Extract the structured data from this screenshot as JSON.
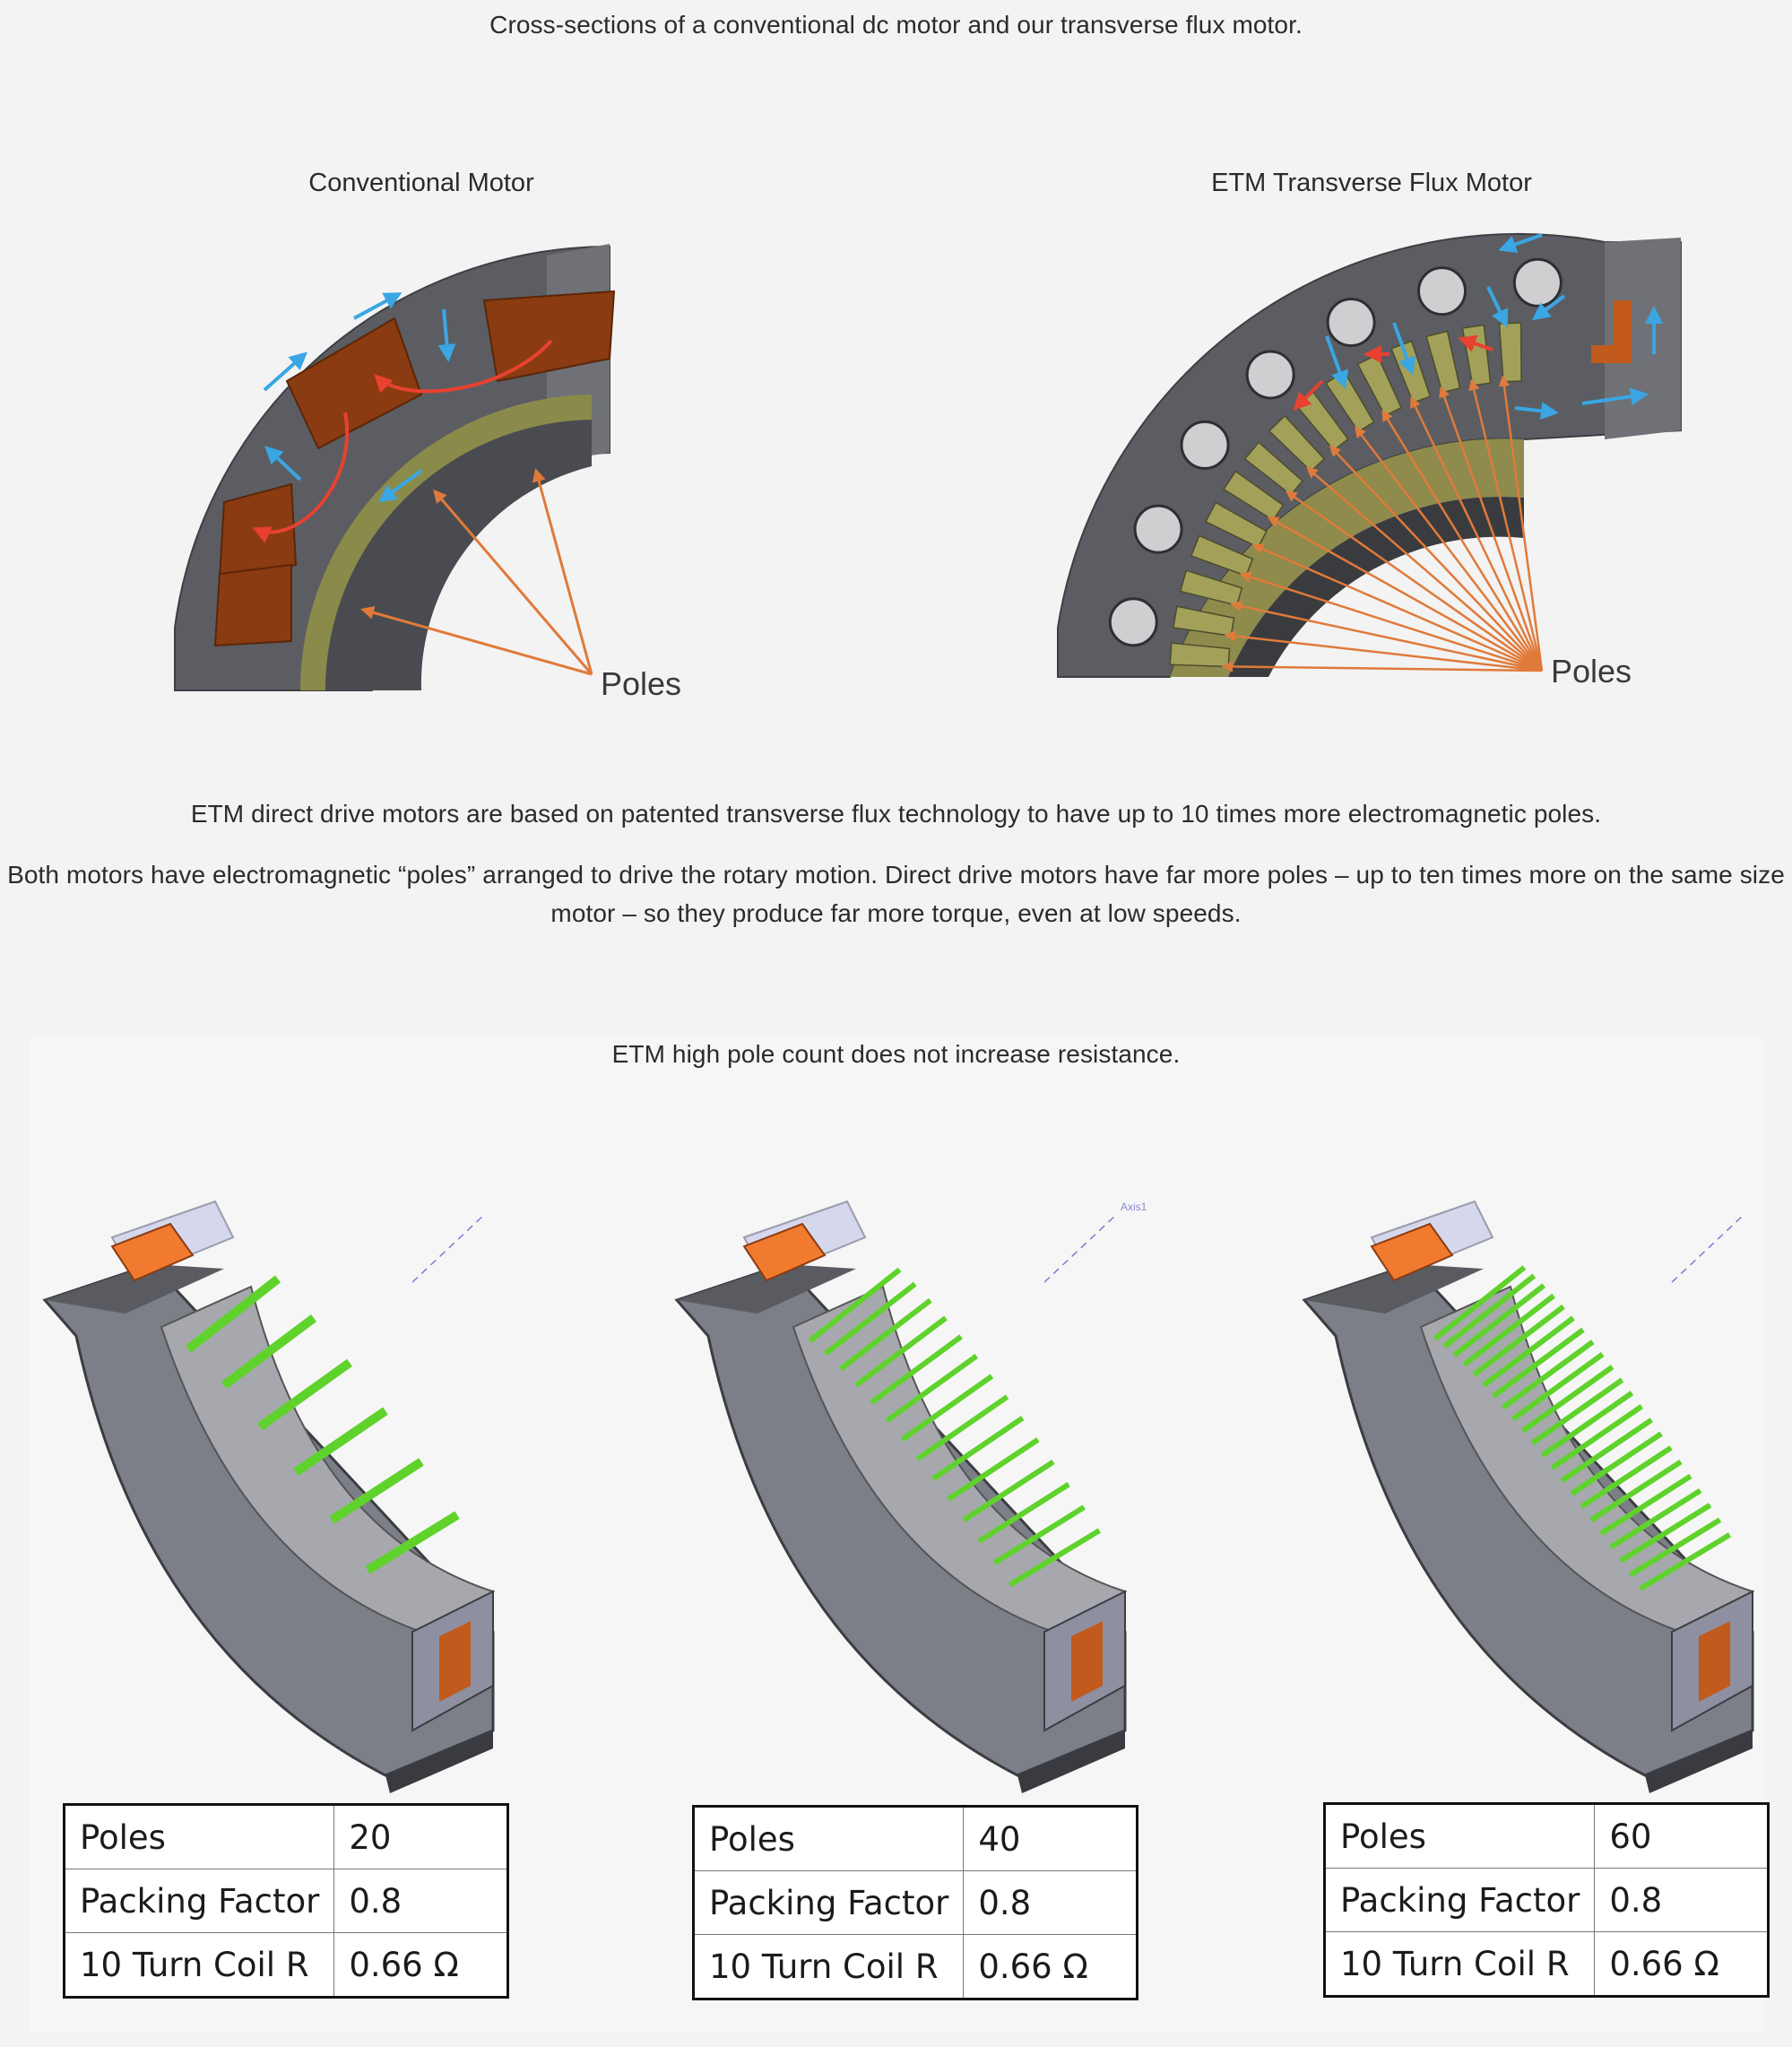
{
  "top_caption": "Cross-sections of a conventional dc motor and our transverse flux motor.",
  "figures": {
    "conventional": {
      "title": "Conventional Motor",
      "poles_label": "Poles"
    },
    "etm": {
      "title": "ETM Transverse Flux Motor",
      "poles_label": "Poles"
    }
  },
  "text_block": {
    "line1": "ETM direct drive motors are based on patented transverse flux technology to have up to 10 times more electromagnetic poles.",
    "para2_line1": "Both motors have electromagnetic “poles” arranged to drive the rotary motion. Direct drive motors have far more poles – up to ten times more on the same size",
    "para2_line2": "motor – so they produce far more torque, even at low speeds."
  },
  "lower_caption": "ETM high pole count does not increase resistance.",
  "axis_label": "Axis1",
  "colors": {
    "flux_arrow": "#3aa6e3",
    "current_arrow": "#e8412f",
    "pole_arrow": "#e07a3a",
    "coil": "#c15a1c",
    "pole_green": "#5fd22c",
    "steel": "#5b5d62"
  },
  "tables": [
    {
      "rows": [
        {
          "key": "Poles",
          "value": "20"
        },
        {
          "key": "Packing Factor",
          "value": "0.8"
        },
        {
          "key": "10 Turn Coil R",
          "value": "0.66 Ω"
        }
      ]
    },
    {
      "rows": [
        {
          "key": "Poles",
          "value": "40"
        },
        {
          "key": "Packing Factor",
          "value": "0.8"
        },
        {
          "key": "10 Turn Coil R",
          "value": "0.66 Ω"
        }
      ]
    },
    {
      "rows": [
        {
          "key": "Poles",
          "value": "60"
        },
        {
          "key": "Packing Factor",
          "value": "0.8"
        },
        {
          "key": "10 Turn Coil R",
          "value": "0.66 Ω"
        }
      ]
    }
  ]
}
